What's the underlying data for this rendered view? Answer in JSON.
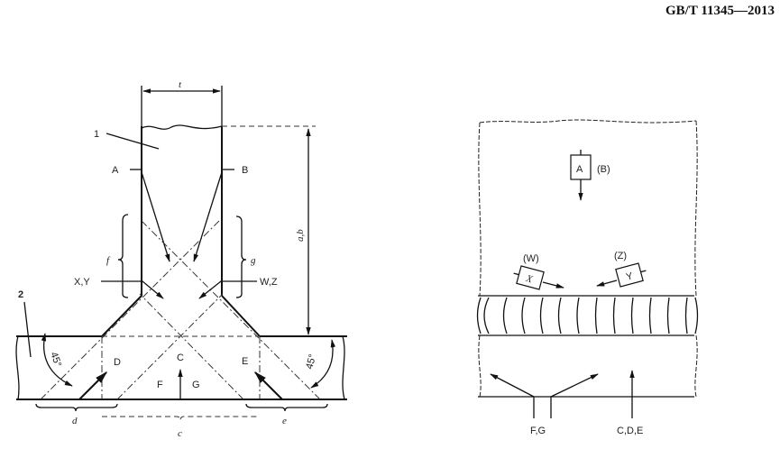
{
  "header": {
    "standard_code": "GB/T 11345—2013"
  },
  "left_figure": {
    "thickness_label": "t",
    "part1_label": "1",
    "part2_label": "2",
    "probe_a": "A",
    "probe_b": "B",
    "zone_f": "f",
    "zone_g": "g",
    "probes_xy": "X,Y",
    "probes_wz": "W,Z",
    "distance_ab": "a,b",
    "angle_left": "45°",
    "angle_right": "45°",
    "probe_d": "D",
    "probe_c": "C",
    "probe_e": "E",
    "probe_f": "F",
    "probe_g": "G",
    "dim_d": "d",
    "dim_c": "c",
    "dim_e": "e"
  },
  "right_figure": {
    "probe_a": "A",
    "probe_b": "(B)",
    "probe_w": "(W)",
    "probe_x": "X",
    "probe_z": "(Z)",
    "probe_y": "Y",
    "probes_fg": "F,G",
    "probes_cde": "C,D,E"
  }
}
